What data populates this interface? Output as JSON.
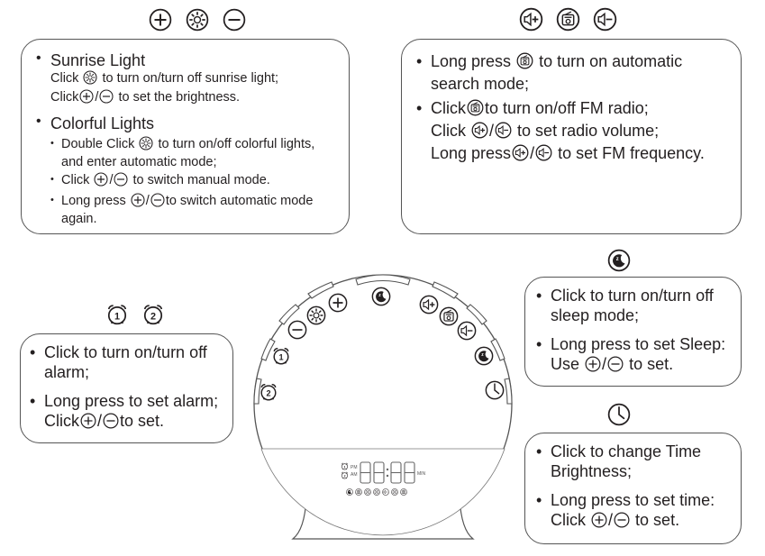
{
  "box_sunrise": {
    "title_sunrise": "Sunrise Light",
    "sunrise_l1a": "Click",
    "sunrise_l1b": "to turn on/turn off sunrise light;",
    "sunrise_l2a": "Click",
    "sunrise_l2b": "to set the brightness.",
    "title_colorful": "Colorful Lights",
    "col_1a": "Double Click",
    "col_1b": "to turn on/off colorful lights,",
    "col_1c": "and enter automatic mode;",
    "col_2a": "Click",
    "col_2b": "to switch manual mode.",
    "col_3a": "Long press",
    "col_3b": "to switch automatic mode",
    "col_3c": "again."
  },
  "box_fm": {
    "fm_1a": "Long press",
    "fm_1b": "to turn on automatic",
    "fm_1c": "search mode;",
    "fm_2a": "Click",
    "fm_2b": "to turn on/off FM radio;",
    "fm_3a": "Click",
    "fm_3b": "to set radio volume;",
    "fm_4a": "Long press",
    "fm_4b": "to set FM frequency."
  },
  "box_alarm": {
    "al_1a": "Click to turn on/turn off",
    "al_1b": "alarm;",
    "al_2a": "Long press to set alarm;",
    "al_2b": "Click",
    "al_2c": "to set."
  },
  "box_sleep": {
    "sl_1a": "Click to turn on/turn off",
    "sl_1b": "sleep mode;",
    "sl_2a": "Long press to set Sleep:",
    "sl_2b": "Use",
    "sl_2c": "to set."
  },
  "box_time": {
    "tm_1a": "Click to change Time",
    "tm_1b": "Brightness;",
    "tm_2a": "Long press to set time:",
    "tm_2b": "Click",
    "tm_2c": "to set."
  },
  "display": {
    "pm": "PM",
    "am": "AM",
    "min": "MIN"
  },
  "icons": [
    "plus-icon",
    "sunrise-icon",
    "minus-icon",
    "volume-up-icon",
    "radio-icon",
    "volume-down-icon",
    "alarm1-icon",
    "alarm2-icon",
    "sleep-icon",
    "clock-icon"
  ]
}
